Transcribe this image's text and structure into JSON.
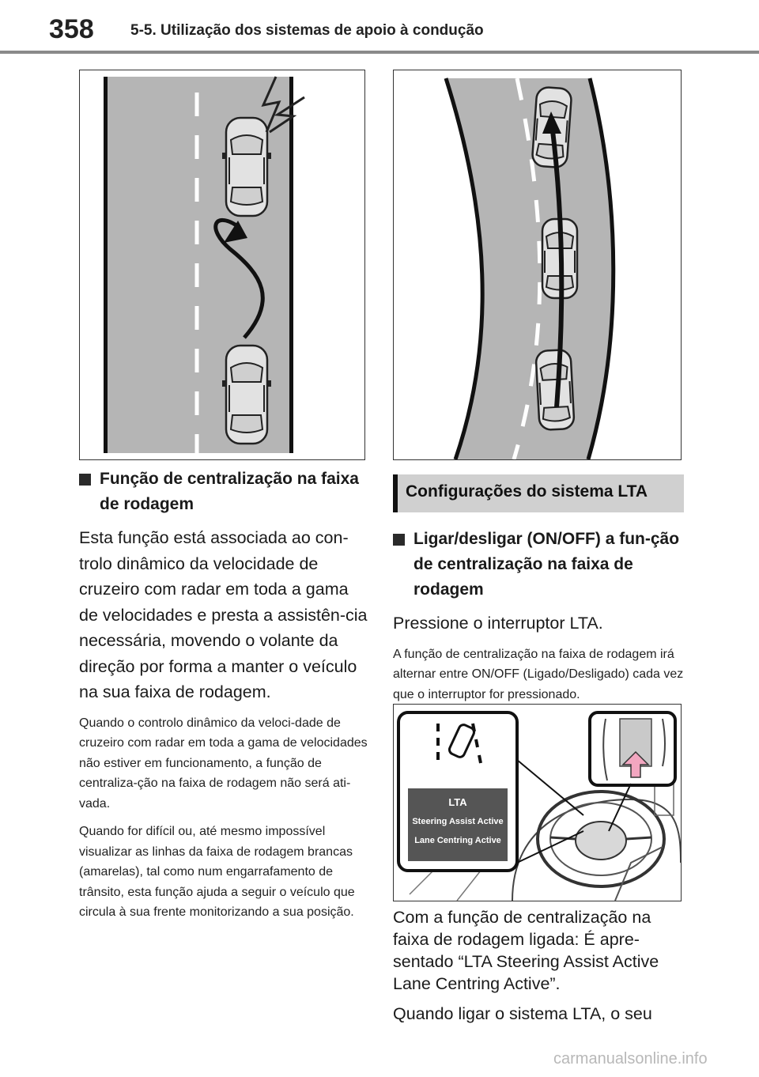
{
  "header": {
    "page_number": "358",
    "section_title": "5-5. Utilização dos sistemas de apoio à condução"
  },
  "left_column": {
    "heading": "Função de centralização na faixa de rodagem",
    "paragraph": "Esta função está associada ao con-trolo dinâmico da velocidade de cruzeiro com radar em toda a gama de velocidades e presta a assistên-cia necessária, movendo o volante da direção por forma a manter o veículo na sua faixa de rodagem.",
    "note_1": "Quando o controlo dinâmico da veloci-dade de cruzeiro com radar em toda a gama de velocidades não estiver em funcionamento, a função de centraliza-ção na faixa de rodagem não será ati-vada.",
    "note_2": "Quando for difícil ou, até mesmo impossível visualizar as linhas da faixa de rodagem brancas (amarelas), tal como num engarrafamento de trânsito, esta função ajuda a seguir o veículo que circula à sua frente monitorizando a sua posição."
  },
  "right_column": {
    "band_title": "Configurações do sistema LTA",
    "heading": "Ligar/desligar (ON/OFF) a fun-ção de centralização na faixa de rodagem",
    "instruction": "Pressione o interruptor LTA.",
    "note": "A função de centralização na faixa de rodagem irá alternar entre ON/OFF (Ligado/Desligado) cada vez que o interruptor for pressionado.",
    "result_text": "Com a função de centralização na faixa de rodagem ligada: É apre-sentado “LTA Steering Assist Active Lane Centring Active”.",
    "continuation": "Quando ligar o sistema LTA, o seu"
  },
  "display_panel": {
    "line1": "LTA",
    "line2": "Steering Assist Active",
    "line3": "Lane Centring Active"
  },
  "watermark": "carmanualsonline.info"
}
